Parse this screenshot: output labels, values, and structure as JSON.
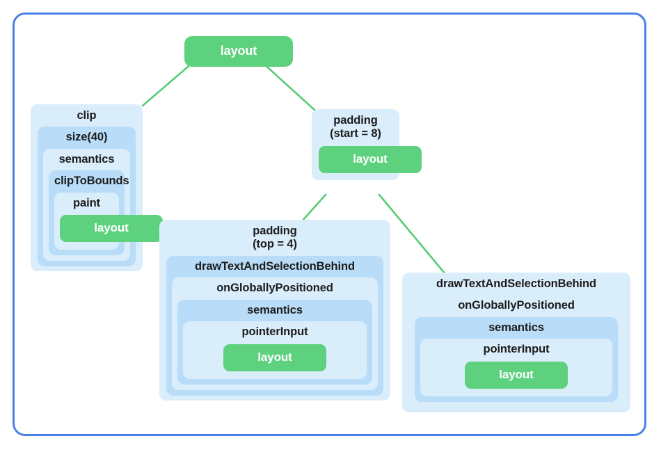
{
  "diagram": {
    "type": "modifier-chain-tree",
    "frame": {
      "border_color": "#4a7fe8",
      "background": "#ffffff"
    },
    "colors": {
      "chip_green": "#5ed17e",
      "chip_text": "#ffffff",
      "box_light": "#daedfb",
      "box_dark": "#b9ddf8",
      "label_text": "#1c1c1c",
      "edge_green": "#57cb74"
    },
    "root": {
      "label": "layout"
    },
    "nodes": {
      "clip_stack": {
        "labels": [
          "clip",
          "size(40)",
          "semantics",
          "clipToBounds",
          "paint"
        ],
        "leaf": "layout"
      },
      "padding_start": {
        "label": "padding\n(start = 8)",
        "leaf": "layout"
      },
      "padding_top": {
        "labels": [
          "padding\n(top = 4)",
          "drawTextAndSelectionBehind",
          "onGloballyPositioned",
          "semantics",
          "pointerInput"
        ],
        "leaf": "layout"
      },
      "draw_right": {
        "labels": [
          "drawTextAndSelectionBehind",
          "onGloballyPositioned",
          "semantics",
          "pointerInput"
        ],
        "leaf": "layout"
      }
    },
    "edges": [
      {
        "from": "root-layout",
        "to": "clip-stack"
      },
      {
        "from": "root-layout",
        "to": "padding-start"
      },
      {
        "from": "padding-start-layout",
        "to": "padding-top"
      },
      {
        "from": "padding-start-layout",
        "to": "draw-right"
      }
    ]
  }
}
